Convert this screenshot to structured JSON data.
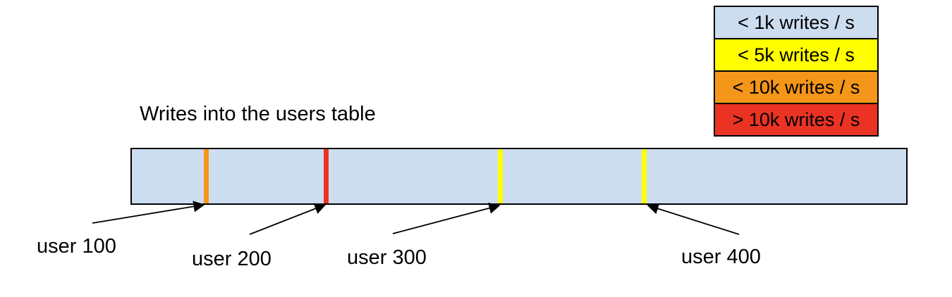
{
  "diagram": {
    "title": "Writes into the users table",
    "bar_fill": "#cdddf0",
    "outline_color": "#000000",
    "arrow_color": "#000000",
    "users": [
      {
        "label": "user 100",
        "marker_color": "#f49619",
        "legend_category": "< 10k writes / s"
      },
      {
        "label": "user 200",
        "marker_color": "#ea3323",
        "legend_category": "> 10k writes / s"
      },
      {
        "label": "user 300",
        "marker_color": "#ffff00",
        "legend_category": "< 5k writes / s"
      },
      {
        "label": "user 400",
        "marker_color": "#ffff00",
        "legend_category": "< 5k writes / s"
      }
    ]
  },
  "legend": {
    "items": [
      {
        "label": "< 1k writes / s",
        "color": "#cdddf0"
      },
      {
        "label": "< 5k writes / s",
        "color": "#ffff00"
      },
      {
        "label": "< 10k writes / s",
        "color": "#f49619"
      },
      {
        "label": "> 10k writes / s",
        "color": "#ea3323"
      }
    ]
  }
}
